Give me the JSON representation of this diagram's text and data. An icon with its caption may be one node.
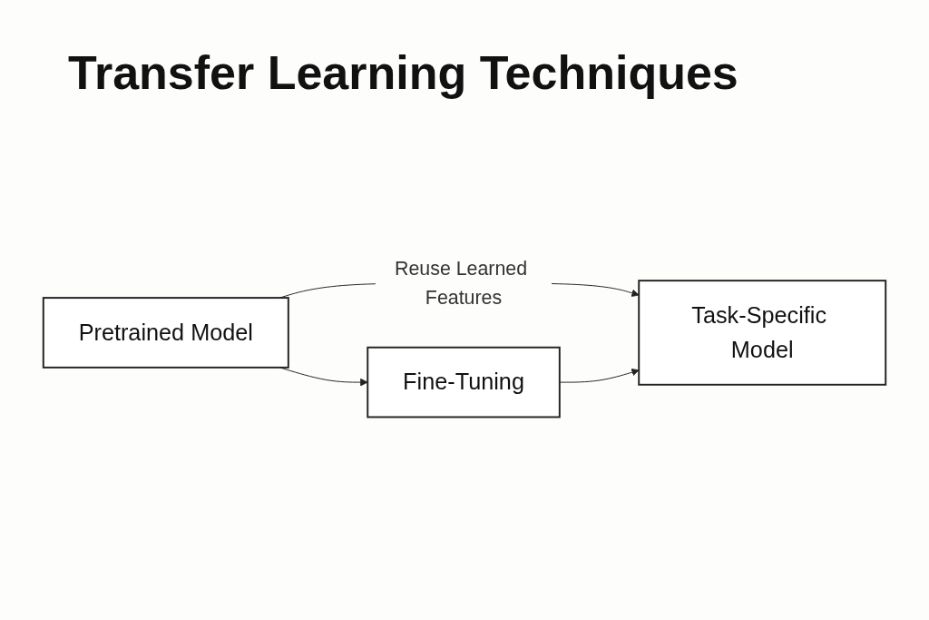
{
  "diagram": {
    "title": "Transfer Learning Techniques",
    "nodes": [
      {
        "text": [
          "Pretrained Model"
        ]
      },
      {
        "text": [
          "Fine-Tuning"
        ]
      },
      {
        "text": [
          "Task-Specific Model"
        ]
      }
    ],
    "edges": [
      {
        "from": 0,
        "to": 2,
        "arrow": "to",
        "label": "Reuse Learned Features"
      },
      {
        "from": 0,
        "to": 1,
        "arrow": "to"
      },
      {
        "from": 1,
        "to": 2,
        "arrow": "to"
      }
    ]
  }
}
